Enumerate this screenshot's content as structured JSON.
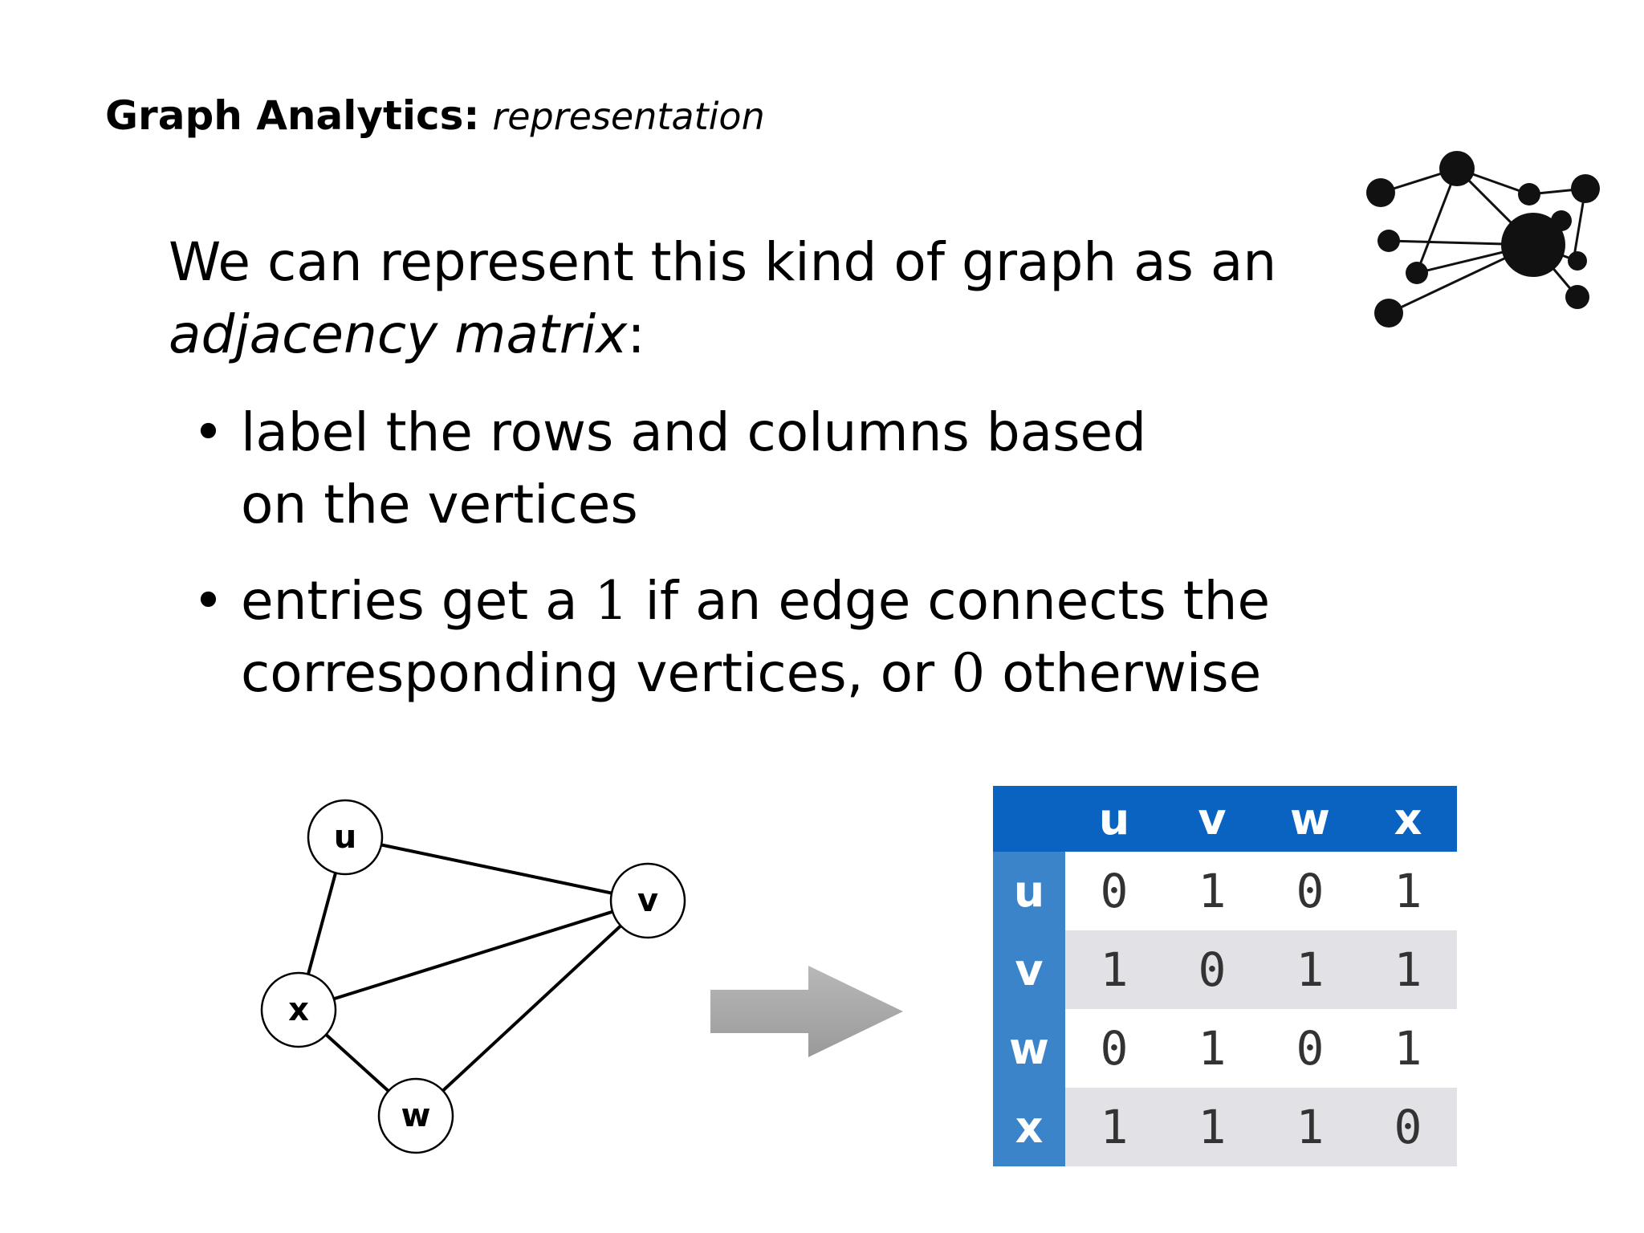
{
  "title": {
    "bold": "Graph Analytics:",
    "italic": "representation"
  },
  "intro": {
    "line1": "We can represent this kind of graph as an",
    "emph": "adjacency matrix",
    "colon": ":"
  },
  "bullets": [
    {
      "line1": "label the rows and columns based",
      "line2": "on the vertices"
    },
    {
      "a": "entries get a ",
      "one": "1",
      "b": " if an edge connects the",
      "c": "corresponding vertices, or ",
      "zero": "0",
      "d": " otherwise"
    }
  ],
  "graph": {
    "nodes": [
      "u",
      "v",
      "x",
      "w"
    ],
    "edges": [
      [
        "u",
        "v"
      ],
      [
        "u",
        "x"
      ],
      [
        "x",
        "v"
      ],
      [
        "x",
        "w"
      ],
      [
        "w",
        "v"
      ]
    ]
  },
  "logo_icon": "network-graph-icon",
  "arrow_icon": "right-arrow-icon",
  "matrix": {
    "columns": [
      "u",
      "v",
      "w",
      "x"
    ],
    "rows": [
      {
        "label": "u",
        "values": [
          "0",
          "1",
          "0",
          "1"
        ]
      },
      {
        "label": "v",
        "values": [
          "1",
          "0",
          "1",
          "1"
        ]
      },
      {
        "label": "w",
        "values": [
          "0",
          "1",
          "0",
          "1"
        ]
      },
      {
        "label": "x",
        "values": [
          "1",
          "1",
          "1",
          "0"
        ]
      }
    ],
    "header_color": "#0a63c0",
    "row_header_color": "#3b84c9",
    "stripe_color": "#e2e2e6"
  }
}
